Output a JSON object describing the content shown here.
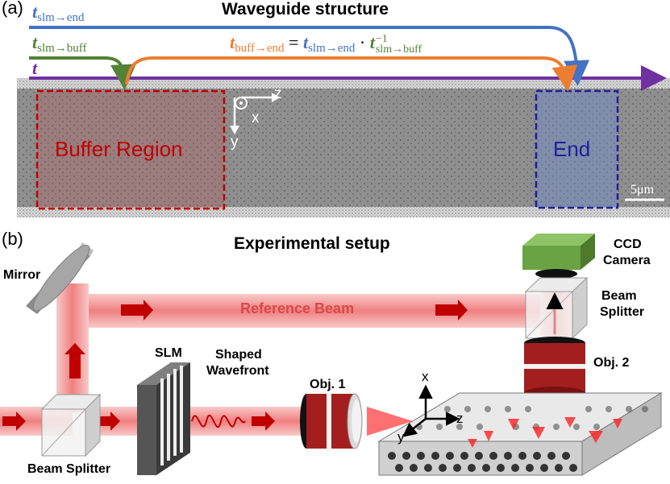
{
  "panel_a": {
    "label": "(a)",
    "title": "Waveguide structure",
    "buffer_label": "Buffer Region",
    "end_label": "End",
    "scale_bar": "5μm",
    "axis_z": "z",
    "axis_x": "x",
    "axis_y": "y",
    "eq_t_slm_end": {
      "sym": "t",
      "sub": "slm→end"
    },
    "eq_t_slm_buff": {
      "sym": "t",
      "sub": "slm→buff"
    },
    "eq_t": {
      "sym": "t"
    },
    "eq_t_buff_end": {
      "sym": "t",
      "sub": "buff→end",
      "eq": " = ",
      "sup": "−1",
      "dot": " · "
    },
    "colors": {
      "blue": "#4472c4",
      "green": "#548235",
      "orange": "#ed7d31",
      "purple": "#7030a0",
      "buffer": "#c00000",
      "end": "#1f1f9c"
    }
  },
  "panel_b": {
    "label": "(b)",
    "title": "Experimental setup",
    "mirror": "Mirror",
    "reference_beam": "Reference Beam",
    "slm": "SLM",
    "shaped_wavefront": [
      "Shaped",
      "Wavefront"
    ],
    "obj1": "Obj. 1",
    "obj2": "Obj. 2",
    "ccd_camera": [
      "CCD",
      "Camera"
    ],
    "beam_splitter_top": [
      "Beam",
      "Splitter"
    ],
    "beam_splitter_bottom": "Beam Splitter",
    "axis_x": "x",
    "axis_y": "y",
    "axis_z": "z"
  }
}
